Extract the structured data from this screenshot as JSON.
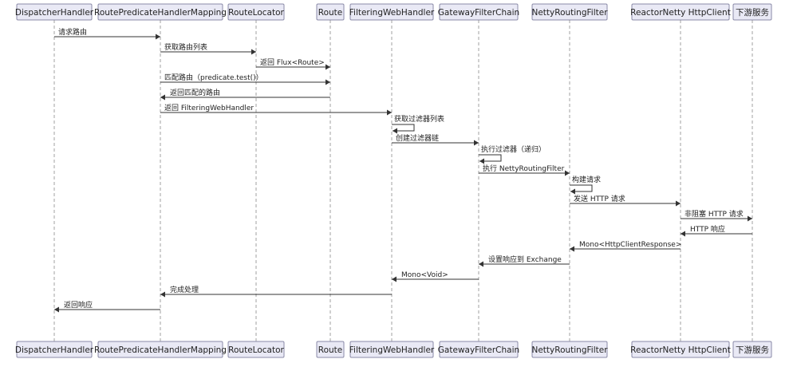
{
  "participants": [
    {
      "id": "dispatcher",
      "label": "DispatcherHandler"
    },
    {
      "id": "rphm",
      "label": "RoutePredicateHandlerMapping"
    },
    {
      "id": "locator",
      "label": "RouteLocator"
    },
    {
      "id": "route",
      "label": "Route"
    },
    {
      "id": "fwh",
      "label": "FilteringWebHandler"
    },
    {
      "id": "chain",
      "label": "GatewayFilterChain"
    },
    {
      "id": "netty",
      "label": "NettyRoutingFilter"
    },
    {
      "id": "client",
      "label": "ReactorNetty HttpClient"
    },
    {
      "id": "downstream",
      "label": "下游服务"
    }
  ],
  "messages": [
    {
      "from": "dispatcher",
      "to": "rphm",
      "label": "请求路由"
    },
    {
      "from": "rphm",
      "to": "locator",
      "label": "获取路由列表"
    },
    {
      "from": "locator",
      "to": "route",
      "label": "返回 Flux<Route>"
    },
    {
      "from": "rphm",
      "to": "route",
      "label": "匹配路由（predicate.test()）"
    },
    {
      "from": "route",
      "to": "rphm",
      "label": "返回匹配的路由"
    },
    {
      "from": "rphm",
      "to": "fwh",
      "label": "返回 FilteringWebHandler"
    },
    {
      "from": "fwh",
      "to": "fwh",
      "label": "获取过滤器列表"
    },
    {
      "from": "fwh",
      "to": "chain",
      "label": "创建过滤器链"
    },
    {
      "from": "chain",
      "to": "chain",
      "label": "执行过滤器（递归）"
    },
    {
      "from": "chain",
      "to": "netty",
      "label": "执行 NettyRoutingFilter"
    },
    {
      "from": "netty",
      "to": "netty",
      "label": "构建请求"
    },
    {
      "from": "netty",
      "to": "client",
      "label": "发送 HTTP 请求"
    },
    {
      "from": "client",
      "to": "downstream",
      "label": "非阻塞 HTTP 请求"
    },
    {
      "from": "downstream",
      "to": "client",
      "label": "HTTP 响应"
    },
    {
      "from": "client",
      "to": "netty",
      "label": "Mono<HttpClientResponse>"
    },
    {
      "from": "netty",
      "to": "chain",
      "label": "设置响应到 Exchange"
    },
    {
      "from": "chain",
      "to": "fwh",
      "label": "Mono<Void>"
    },
    {
      "from": "fwh",
      "to": "rphm",
      "label": "完成处理"
    },
    {
      "from": "rphm",
      "to": "dispatcher",
      "label": "返回响应"
    }
  ]
}
